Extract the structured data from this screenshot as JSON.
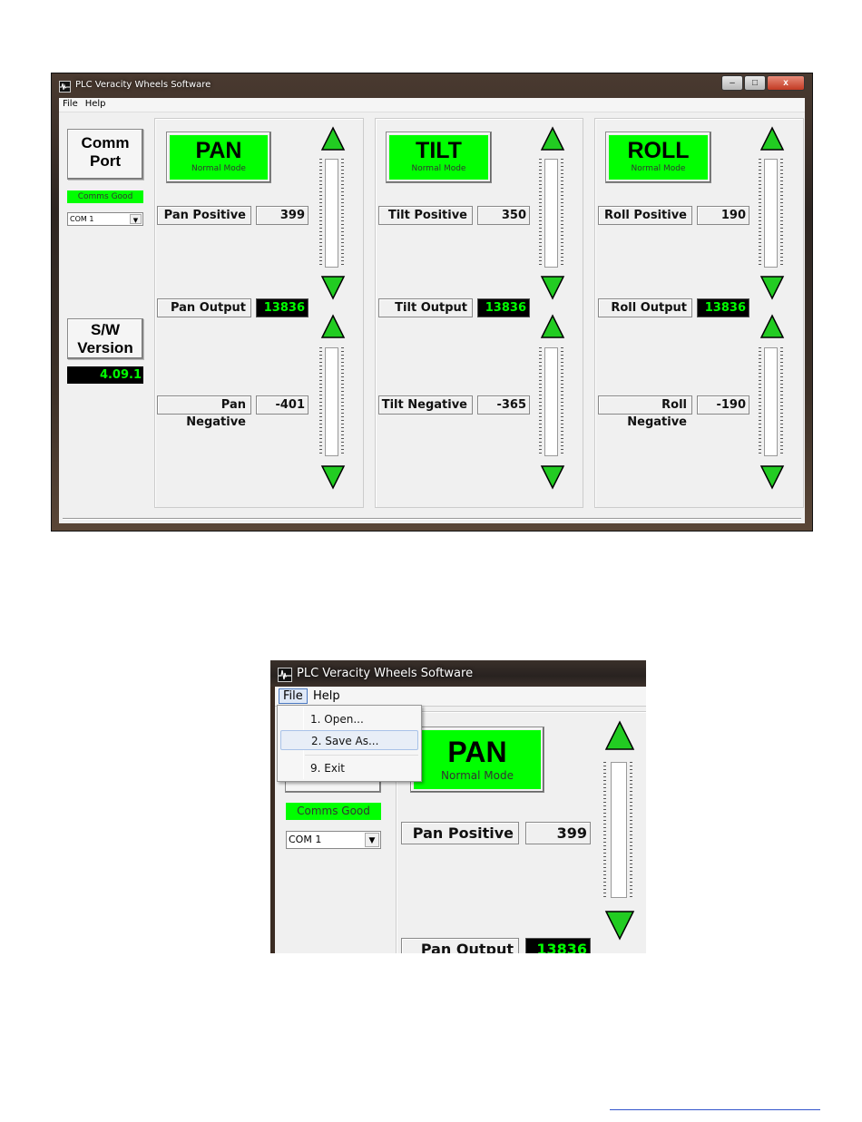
{
  "window": {
    "title": "PLC Veracity Wheels Software",
    "controls": {
      "minimize": "–",
      "maximize": "□",
      "close": "x"
    },
    "menu": {
      "file": "File",
      "help": "Help"
    }
  },
  "left": {
    "comm_port_line1": "Comm",
    "comm_port_line2": "Port",
    "comms_status": "Comms Good",
    "com_select": "COM 1",
    "sw_version_line1": "S/W",
    "sw_version_line2": "Version",
    "version_value": "4.09.1"
  },
  "axes": [
    {
      "name": "PAN",
      "mode": "Normal Mode",
      "positive_label": "Pan Positive",
      "positive_value": "399",
      "output_label": "Pan Output",
      "output_value": "13836",
      "negative_label": "Pan Negative",
      "negative_value": "-401"
    },
    {
      "name": "TILT",
      "mode": "Normal Mode",
      "positive_label": "Tilt Positive",
      "positive_value": "350",
      "output_label": "Tilt Output",
      "output_value": "13836",
      "negative_label": "Tilt Negative",
      "negative_value": "-365"
    },
    {
      "name": "ROLL",
      "mode": "Normal Mode",
      "positive_label": "Roll Positive",
      "positive_value": "190",
      "output_label": "Roll Output",
      "output_value": "13836",
      "negative_label": "Roll Negative",
      "negative_value": "-190"
    }
  ],
  "zoomed": {
    "title": "PLC Veracity Wheels Software",
    "menu_file": "File",
    "menu_help": "Help",
    "file_menu": {
      "open": "1. Open...",
      "save_as": "2. Save As...",
      "exit": "9. Exit"
    },
    "comms_status": "Comms Good",
    "com_select": "COM 1",
    "axis_name": "PAN",
    "axis_mode": "Normal Mode",
    "positive_label": "Pan Positive",
    "positive_value": "399",
    "output_label": "Pan Output",
    "output_value": "13836"
  },
  "colors": {
    "status_green": "#00ff00",
    "lcd_bg": "#000000",
    "arrow_green": "#22cc22"
  }
}
